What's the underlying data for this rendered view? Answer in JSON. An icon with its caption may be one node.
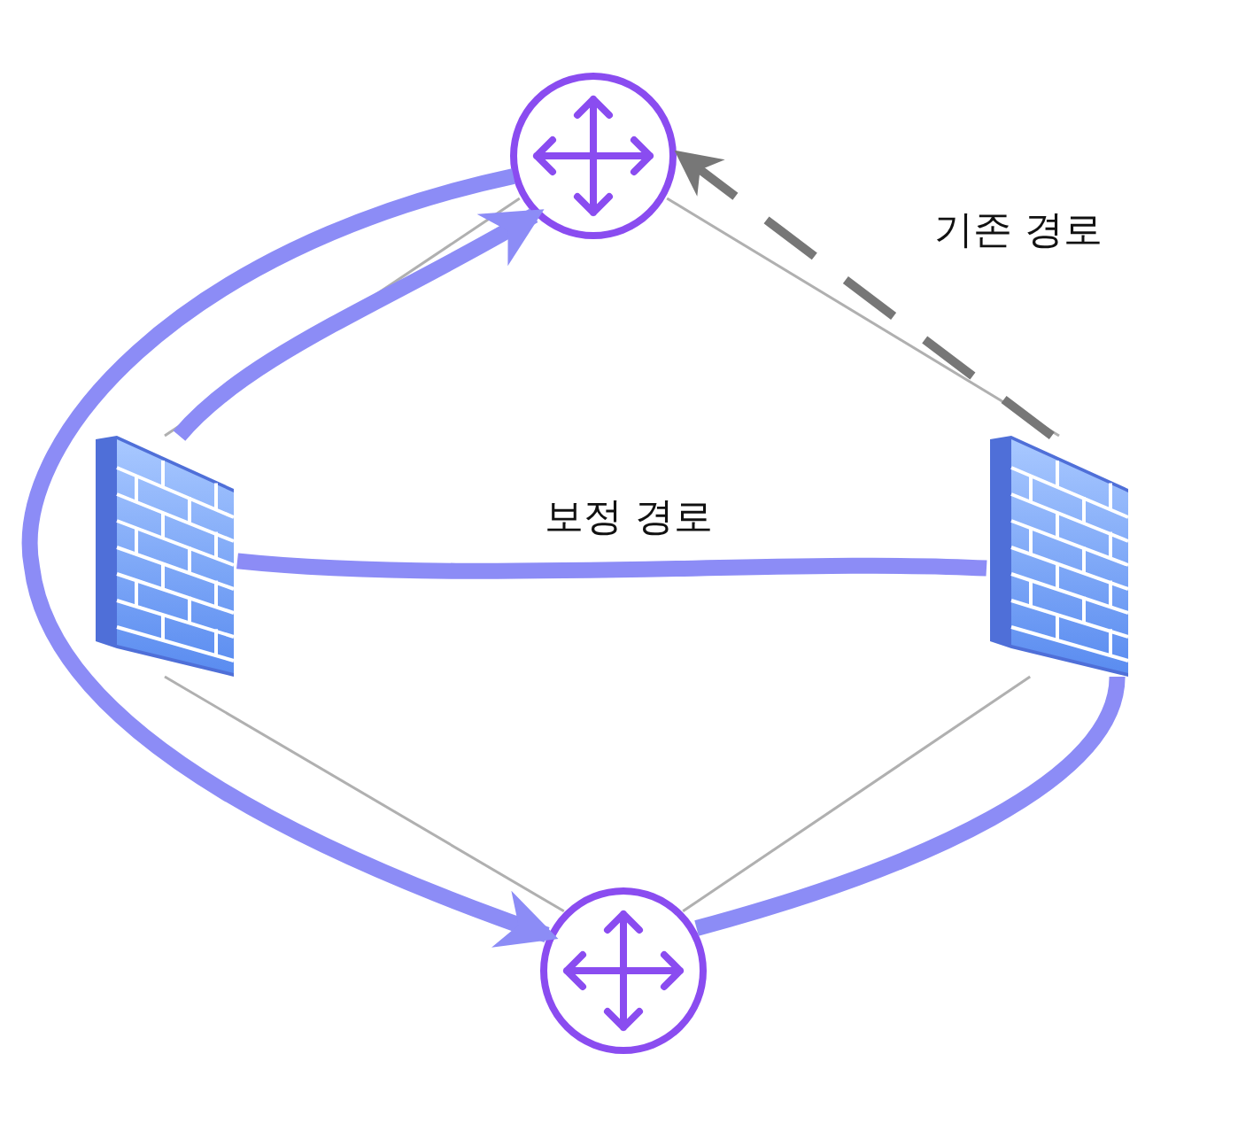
{
  "diagram": {
    "nodes": [
      {
        "text": [],
        "shape": "circle"
      },
      {
        "text": [],
        "shape": "wall"
      },
      {
        "text": [],
        "shape": "wall"
      },
      {
        "text": [],
        "shape": "circle"
      }
    ],
    "edges": [
      {
        "from": 0,
        "to": 1,
        "arrow": "none"
      },
      {
        "from": 0,
        "to": 2,
        "arrow": "none"
      },
      {
        "from": 1,
        "to": 3,
        "arrow": "none"
      },
      {
        "from": 2,
        "to": 3,
        "arrow": "none"
      },
      {
        "from": 2,
        "to": 0,
        "arrow": "to",
        "label": "기존 경로",
        "style": "dashed",
        "color": "#777777"
      },
      {
        "from": 0,
        "to": 3,
        "arrow": "to",
        "style": "thick",
        "color": "#8c8cf6"
      },
      {
        "from": 3,
        "to": 2,
        "arrow": "none",
        "style": "thick",
        "color": "#8c8cf6"
      },
      {
        "from": 2,
        "to": 1,
        "arrow": "none",
        "label": "보정 경로",
        "style": "thick",
        "color": "#8c8cf6"
      },
      {
        "from": 1,
        "to": 0,
        "arrow": "to",
        "style": "thick",
        "color": "#8c8cf6"
      }
    ]
  }
}
